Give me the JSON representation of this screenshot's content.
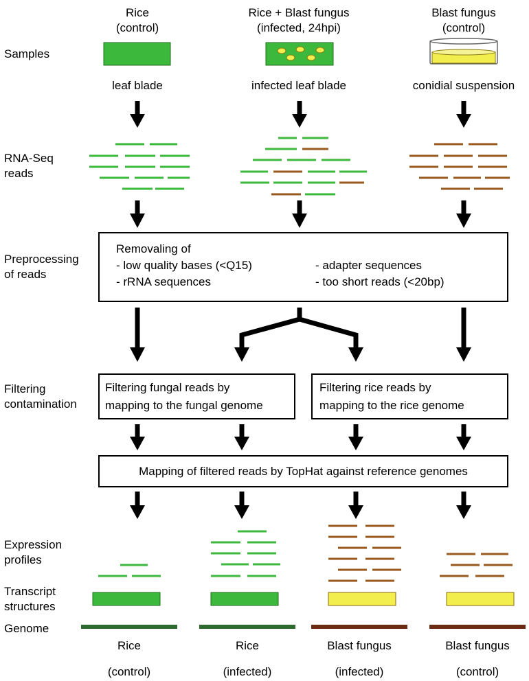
{
  "header": {
    "rice_control": {
      "line1": "Rice",
      "line2": "(control)"
    },
    "rice_infected": {
      "line1": "Rice + Blast fungus",
      "line2": "(infected, 24hpi)"
    },
    "fungus_control": {
      "line1": "Blast fungus",
      "line2": "(control)"
    }
  },
  "row_labels": {
    "samples": "Samples",
    "rnaseq_1": "RNA-Seq",
    "rnaseq_2": "reads",
    "preproc_1": "Preprocessing",
    "preproc_2": "of reads",
    "filtering_1": "Filtering",
    "filtering_2": "contamination",
    "expr_1": "Expression",
    "expr_2": "profiles",
    "transcript_1": "Transcript",
    "transcript_2": "structures",
    "genome": "Genome"
  },
  "sample_captions": {
    "rice": "leaf blade",
    "infected": "infected leaf blade",
    "fungus": "conidial suspension"
  },
  "preprocess_box": {
    "title": "Removaling of",
    "item1": "-  low quality bases (<Q15)",
    "item2": "-  adapter sequences",
    "item3": "-  rRNA sequences",
    "item4": "-  too short reads (<20bp)"
  },
  "filter_fungal_box": {
    "line1": "Filtering fungal reads by",
    "line2": "mapping to the fungal genome"
  },
  "filter_rice_box": {
    "line1": "Filtering rice reads by",
    "line2": "mapping to the rice genome"
  },
  "mapping_box": {
    "text": "Mapping of filtered reads by TopHat against reference genomes"
  },
  "bottom_labels": [
    {
      "line1": "Rice",
      "line2": "(control)"
    },
    {
      "line1": "Rice",
      "line2": "(infected)"
    },
    {
      "line1": "Blast fungus",
      "line2": "(infected)"
    },
    {
      "line1": "Blast fungus",
      "line2": "(control)"
    }
  ],
  "colors": {
    "rice_green": "#3cb83c",
    "fungus_brown": "#9a5a1e",
    "fungus_yellow": "#f2ee4e",
    "genome_rice": "#2d6a2d",
    "genome_fungus": "#6b2a12"
  }
}
